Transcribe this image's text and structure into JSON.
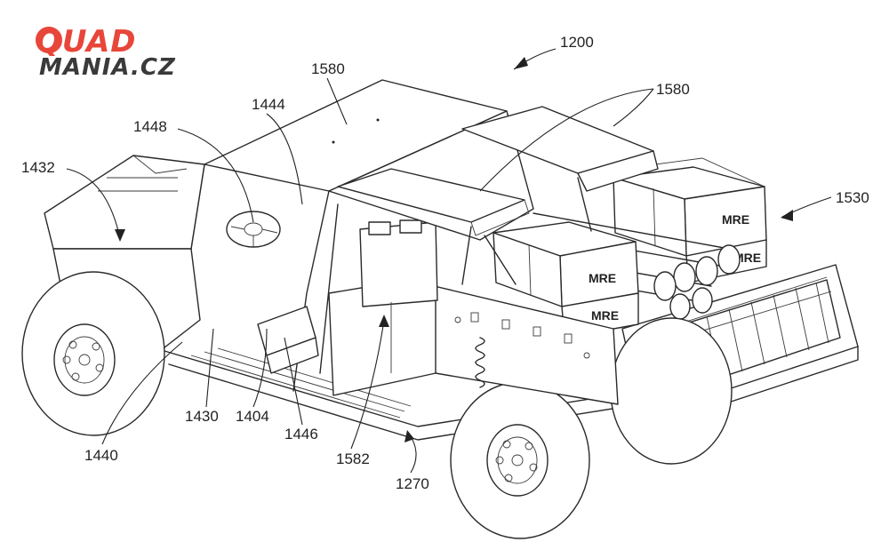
{
  "logo": {
    "line1": "QUAD",
    "line2": "MANIA.CZ",
    "colors": {
      "primary": "#e8463a",
      "secondary": "#3a3a3a"
    }
  },
  "labels": [
    {
      "id": "1200",
      "text": "1200"
    },
    {
      "id": "1580a",
      "text": "1580"
    },
    {
      "id": "1580b",
      "text": "1580"
    },
    {
      "id": "1444",
      "text": "1444"
    },
    {
      "id": "1448",
      "text": "1448"
    },
    {
      "id": "1432",
      "text": "1432"
    },
    {
      "id": "1530",
      "text": "1530"
    },
    {
      "id": "1430",
      "text": "1430"
    },
    {
      "id": "1404",
      "text": "1404"
    },
    {
      "id": "1446",
      "text": "1446"
    },
    {
      "id": "1440",
      "text": "1440"
    },
    {
      "id": "1582",
      "text": "1582"
    },
    {
      "id": "1270",
      "text": "1270"
    }
  ],
  "crate_markings": [
    "MRE",
    "MRE",
    "MRE",
    "MRE"
  ]
}
